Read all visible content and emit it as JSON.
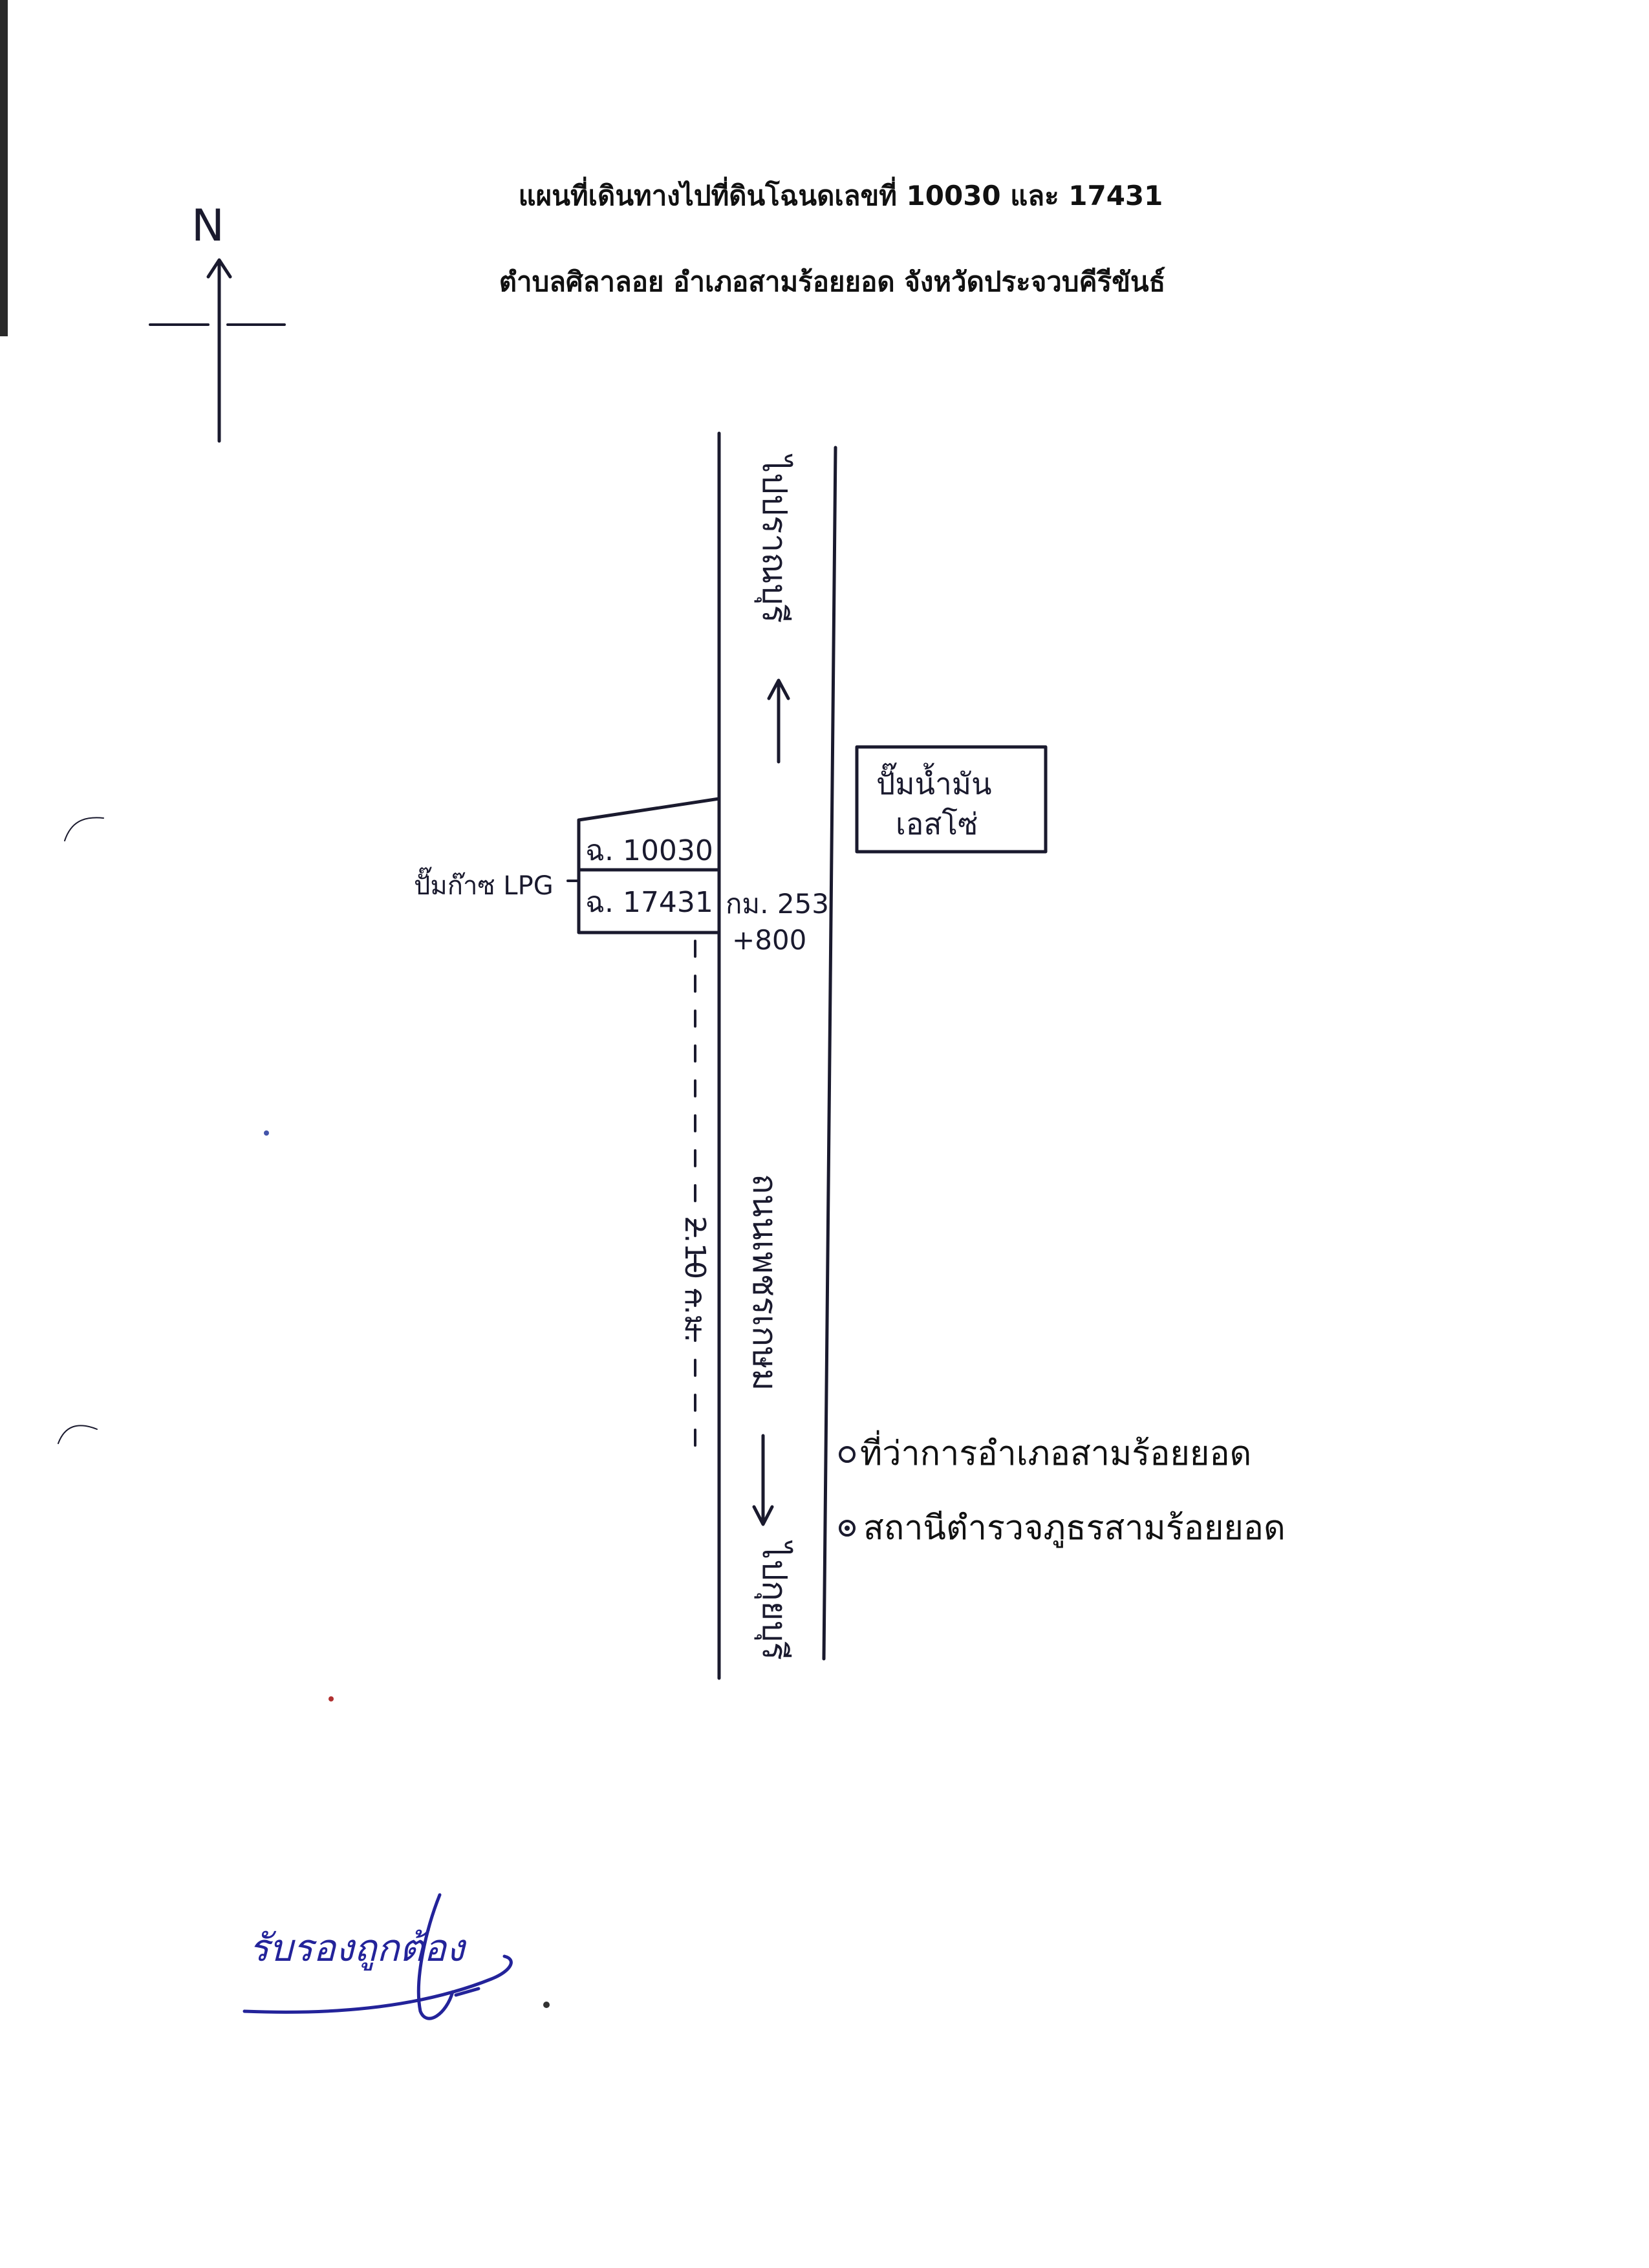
{
  "page": {
    "background": "#ffffff",
    "ink_color": "#1a1a2e",
    "signature_color": "#23239a"
  },
  "title": {
    "line1": "แผนที่เดินทางไปที่ดินโฉนดเลขที่ 10030 และ 17431",
    "line2": "ตำบลศิลาลอย อำเภอสามร้อยยอด จังหวัดประจวบคีรีขันธ์"
  },
  "compass": {
    "label": "N"
  },
  "road": {
    "direction_north": "ไปปราณบุรี",
    "direction_south": "ไปกุยบุรี",
    "name": "ถนนเพชรเกษม",
    "km_marker_line1": "กม. 253",
    "km_marker_line2": "+800"
  },
  "parcels": {
    "upper": "ฉ. 10030",
    "lower": "ฉ. 17431",
    "side_label": "ปั๊มก๊าซ LPG"
  },
  "distance_label": "2.10 ก.ม.",
  "gas_station": {
    "line1": "ปั๊มน้ำมัน",
    "line2": "เอสโซ่"
  },
  "landmarks": [
    {
      "label": "ที่ว่าการอำเภอสามร้อยยอด"
    },
    {
      "label": "สถานีตำรวจภูธรสามร้อยยอด"
    }
  ],
  "signature": {
    "text": "รับรองถูกต้อง"
  }
}
